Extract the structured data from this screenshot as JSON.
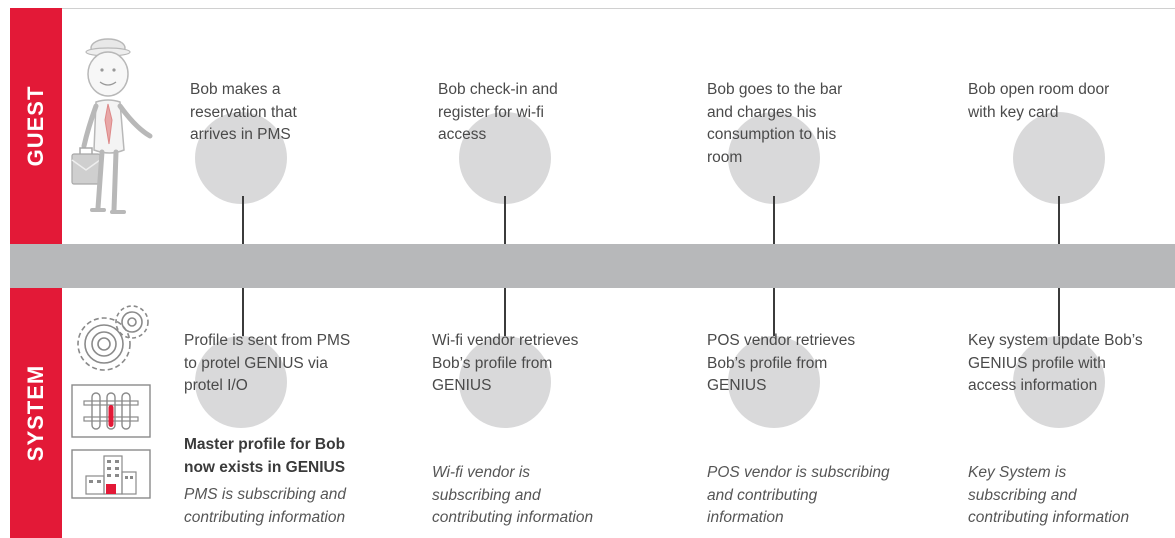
{
  "bands": {
    "guest_label": "GUEST",
    "system_label": "SYSTEM"
  },
  "colors": {
    "accent": "#e31937",
    "timeline": "#b7b8ba",
    "circle": "#d9d9da"
  },
  "guest_steps": [
    {
      "text": "Bob makes a\nreservation that\narrives in PMS"
    },
    {
      "text": "Bob check-in and\nregister for wi-fi\naccess"
    },
    {
      "text": "Bob goes to the bar\nand charges his\nconsumption to his\nroom"
    },
    {
      "text": "Bob open room door\nwith key card"
    }
  ],
  "system_steps": [
    {
      "text": "Profile is sent from PMS\nto protel GENIUS via\nprotel I/O",
      "bold": "Master profile for Bob\nnow exists in GENIUS",
      "italic": "PMS is subscribing and\ncontributing information"
    },
    {
      "text": "Wi-fi vendor retrieves\nBob’s profile from\nGENIUS",
      "italic": "Wi-fi vendor is\nsubscribing and\ncontributing information"
    },
    {
      "text": "POS vendor retrieves\nBob’s profile from\nGENIUS",
      "italic": "POS vendor is subscribing\nand contributing\ninformation"
    },
    {
      "text": "Key system update Bob’s\nGENIUS profile with\naccess information",
      "italic": "Key System is\nsubscribing and\ncontributing information"
    }
  ],
  "icons": {
    "guest": "businessman-figure-icon",
    "gears": "gears-icon",
    "test_tubes": "test-tubes-icon",
    "building": "hotel-building-icon"
  }
}
